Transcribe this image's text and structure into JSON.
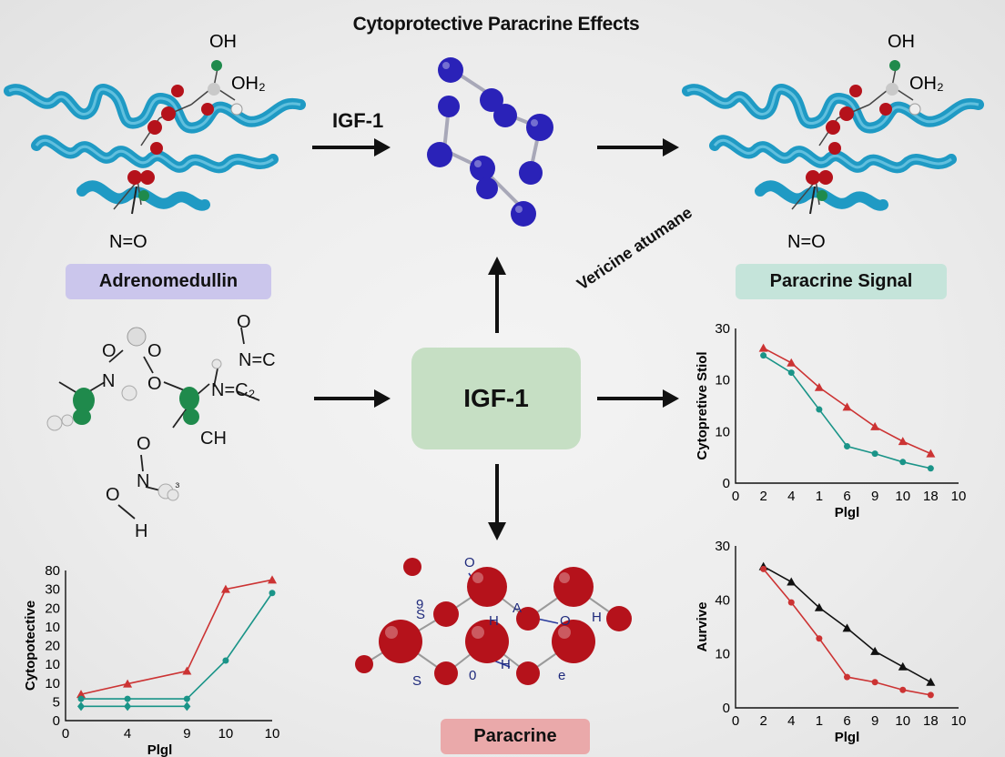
{
  "title": "Cytoprotective Paracrine Effects",
  "labels": {
    "adrenomedullin": "Adrenomedullin",
    "paracrine_signal": "Paracrine Signal",
    "paracrine": "Paracrine",
    "center": "IGF-1",
    "top_arrow": "IGF-1",
    "rotated": "Vericine atumane"
  },
  "molecule_text": {
    "left_top": {
      "oh": "OH",
      "oh2": "OH₂",
      "no": "N=O"
    },
    "right_top": {
      "oh": "OH",
      "oh2": "OH₂",
      "no": "N=O"
    },
    "left_mid": {
      "o1": "O",
      "o2": "O",
      "n1": "N",
      "o3": "O",
      "no_top": "O",
      "nc": "N=C",
      "nc2": "N=C₂",
      "ch": "CH",
      "o4": "O",
      "n2": "N",
      "n3": "₃",
      "o5": "O",
      "h": "H"
    },
    "bottom": {
      "o": "O",
      "a": "A",
      "h1": "H",
      "h2": "H",
      "h3": "H",
      "o2": "O",
      "s1": "S",
      "s2": "S",
      "n0": "0",
      "e": "e",
      "g": "9"
    }
  },
  "colors": {
    "protein": "#1f9ac4",
    "atom_red": "#b5121b",
    "atom_blue": "#2a22b8",
    "atom_green": "#1f8a4c",
    "series_red": "#cc3333",
    "series_teal": "#1a9488",
    "series_black": "#111111"
  },
  "chart_data": [
    {
      "type": "line",
      "title": "",
      "xlabel": "Plgl",
      "ylabel": "Cytopretive Stiol",
      "categories": [
        "2",
        "4",
        "1",
        "6",
        "9",
        "10",
        "18"
      ],
      "x_ticks": [
        "0",
        "2",
        "4",
        "1",
        "6",
        "9",
        "10",
        "18",
        "10"
      ],
      "y_ticks": [
        "0",
        "10",
        "10",
        "30"
      ],
      "ylim": [
        0,
        30
      ],
      "series": [
        {
          "color": "#cc3333",
          "marker": "triangle",
          "values": [
            27.5,
            24.5,
            19.5,
            15.5,
            11.5,
            8.5,
            6.0
          ]
        },
        {
          "color": "#1a9488",
          "marker": "circle",
          "values": [
            26.0,
            22.5,
            15.0,
            7.5,
            6.0,
            4.3,
            3.0
          ]
        }
      ]
    },
    {
      "type": "line",
      "title": "",
      "xlabel": "Plgl",
      "ylabel": "Aurvive",
      "categories": [
        "2",
        "4",
        "1",
        "6",
        "9",
        "10",
        "18"
      ],
      "x_ticks": [
        "0",
        "2",
        "4",
        "1",
        "6",
        "9",
        "10",
        "18",
        "10"
      ],
      "y_ticks": [
        "0",
        "10",
        "40",
        "30"
      ],
      "ylim": [
        0,
        30
      ],
      "series": [
        {
          "color": "#111111",
          "marker": "triangle",
          "values": [
            27.5,
            24.5,
            19.5,
            15.5,
            11.0,
            8.0,
            5.0
          ]
        },
        {
          "color": "#cc3333",
          "marker": "circle",
          "values": [
            27.0,
            20.5,
            13.5,
            6.0,
            5.0,
            3.5,
            2.5
          ]
        }
      ]
    },
    {
      "type": "line",
      "title": "",
      "xlabel": "Plgl",
      "ylabel": "Cytopotective",
      "x_ticks": [
        "0",
        "4",
        "9",
        "10",
        "10"
      ],
      "y_ticks": [
        "0",
        "5",
        "10",
        "10",
        "20",
        "10",
        "20",
        "30",
        "80"
      ],
      "series": [
        {
          "color": "#cc3333",
          "marker": "triangle",
          "points": [
            [
              0.3,
              7.0
            ],
            [
              1.2,
              9.8
            ],
            [
              2.35,
              13.2
            ],
            [
              3.1,
              35.0
            ],
            [
              4.0,
              37.5
            ]
          ]
        },
        {
          "color": "#1a9488",
          "marker": "circle",
          "points": [
            [
              0.3,
              5.8
            ],
            [
              1.2,
              5.8
            ],
            [
              2.35,
              5.8
            ],
            [
              3.1,
              16.0
            ],
            [
              4.0,
              34.0
            ]
          ]
        },
        {
          "color": "#1a9488",
          "marker": "diamond",
          "points": [
            [
              0.3,
              3.8
            ],
            [
              1.2,
              3.8
            ],
            [
              2.35,
              3.8
            ]
          ]
        }
      ]
    }
  ]
}
